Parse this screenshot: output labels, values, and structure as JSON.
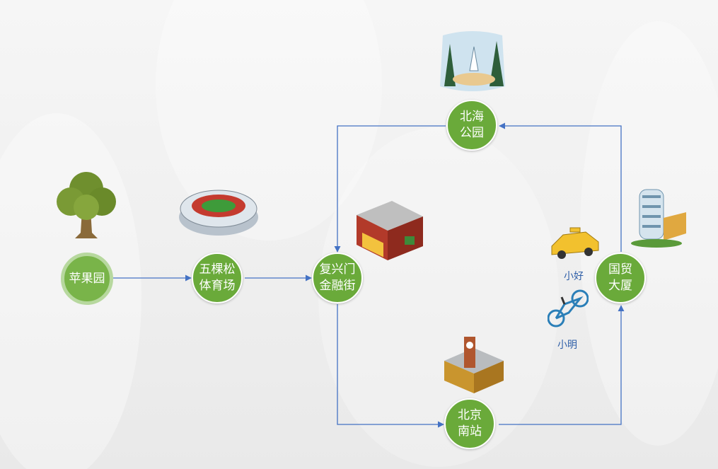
{
  "nodes": {
    "apple_orchard": "苹果园",
    "wukesong": "五棵松\n体育场",
    "fuxingmen": "复兴门\n金融街",
    "beihai": "北海\n公园",
    "beijing_south": "北京\n南站",
    "guomao": "国贸\n大厦"
  },
  "vehicles": {
    "taxi_label": "小好",
    "bike_label": "小明"
  },
  "icons": {
    "apple_orchard": "tree-icon",
    "wukesong": "stadium-icon",
    "fuxingmen": "shop-icon",
    "beihai": "park-lake-icon",
    "beijing_south": "station-icon",
    "guomao": "office-tower-icon",
    "taxi": "taxi-icon",
    "bike": "bicycle-icon"
  },
  "colors": {
    "node_fill": "#6aaa3a",
    "start_ring": "#b7d89e",
    "edge": "#4472c4",
    "label": "#2f5fa8"
  }
}
